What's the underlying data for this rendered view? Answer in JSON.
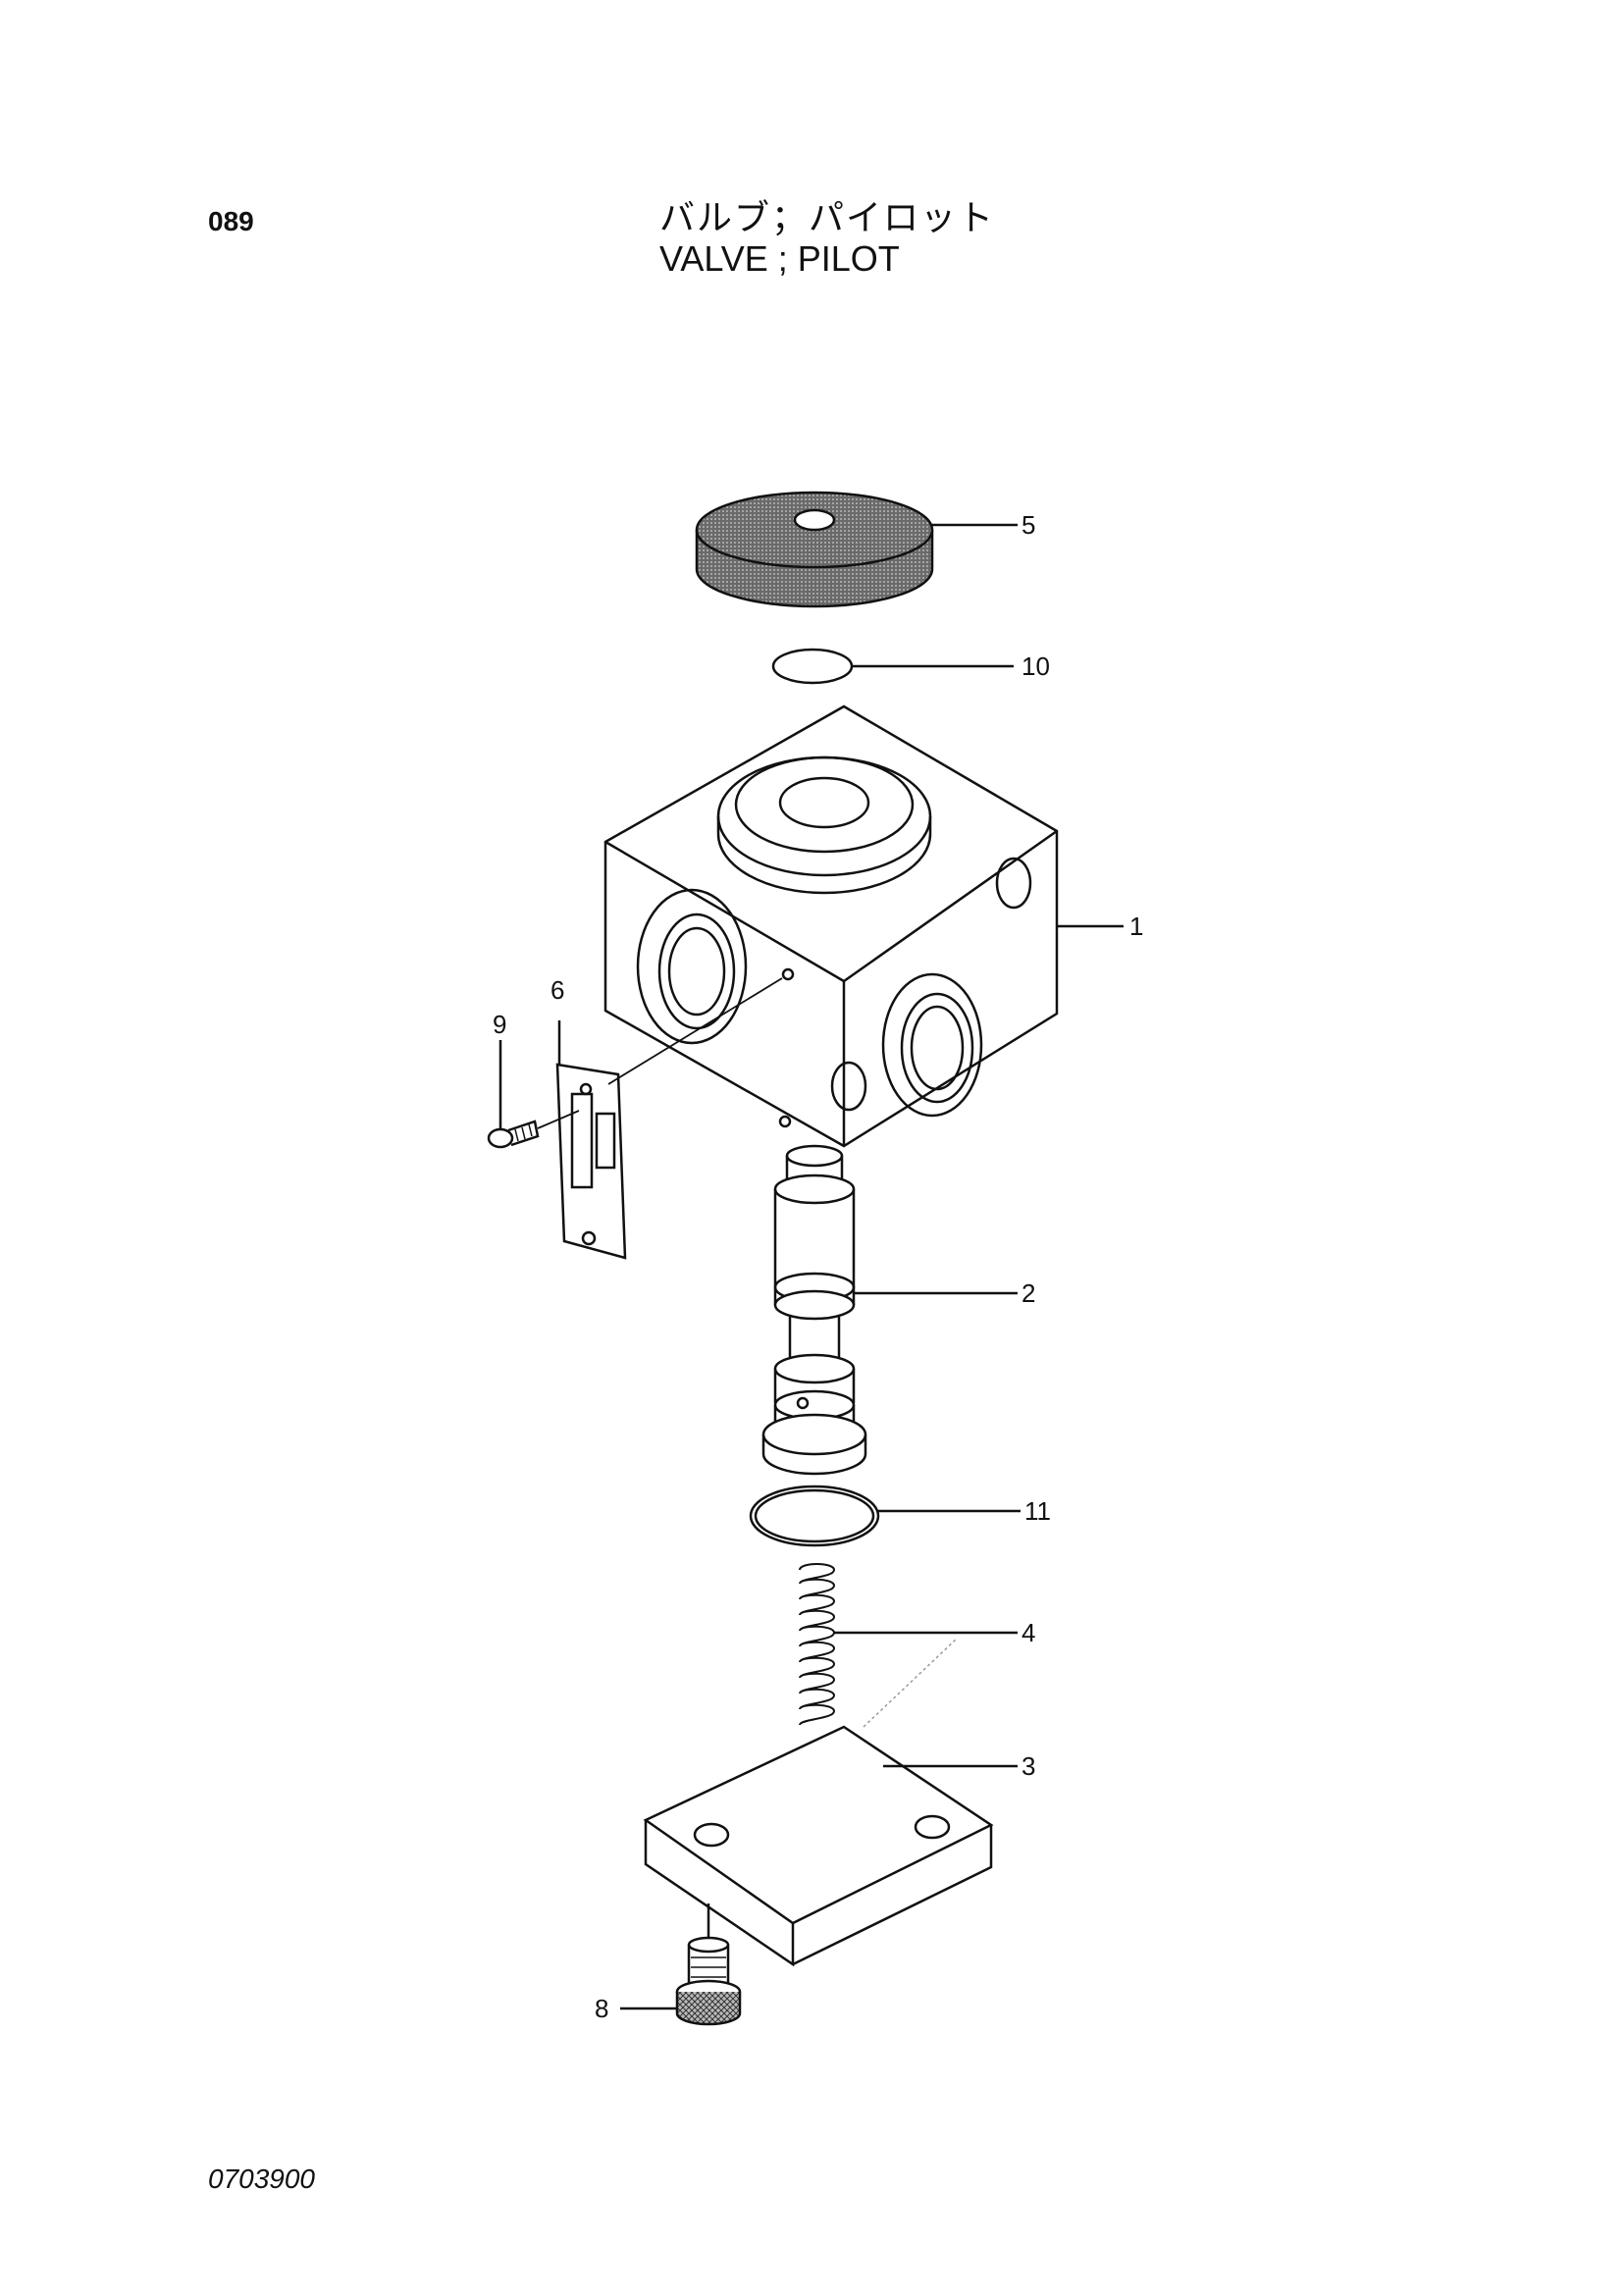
{
  "page_number": "089",
  "title_jp": "バルブ；パイロット",
  "title_en": "VALVE ; PILOT",
  "figure_code": "0703900",
  "callouts": {
    "c1": "1",
    "c2": "2",
    "c3": "3",
    "c4": "4",
    "c5": "5",
    "c6": "6",
    "c8": "8",
    "c9": "9",
    "c10": "10",
    "c11": "11"
  }
}
